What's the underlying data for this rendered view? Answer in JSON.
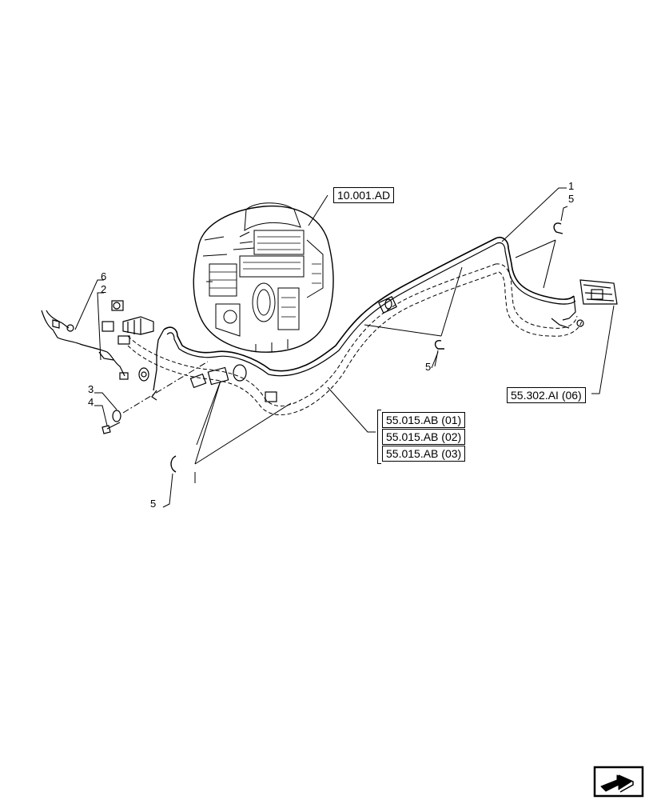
{
  "references": {
    "engine": "10.001.AD",
    "hvac": "55.302.AI (06)",
    "harness": [
      "55.015.AB (01)",
      "55.015.AB (02)",
      "55.015.AB (03)"
    ]
  },
  "callouts": {
    "c1": "1",
    "c5_top": "5",
    "c6": "6",
    "c2": "2",
    "c3": "3",
    "c4": "4",
    "c5_mid": "5",
    "c5_bottom": "5"
  },
  "icons": {
    "nav": "next-page-arrow-icon"
  }
}
